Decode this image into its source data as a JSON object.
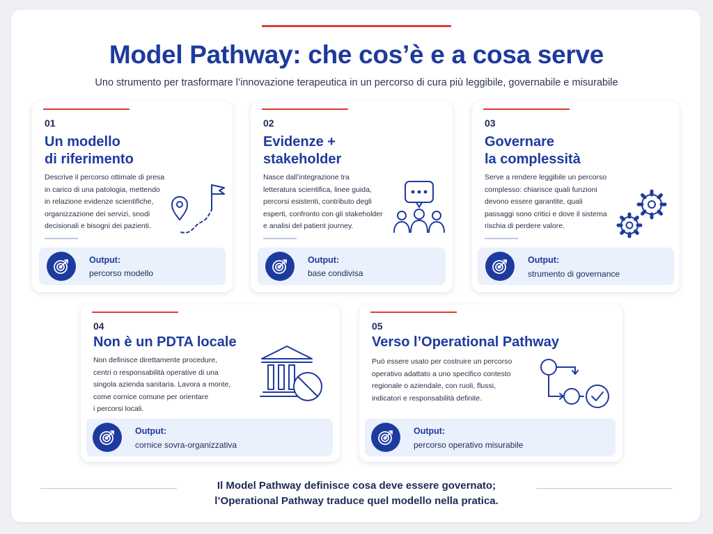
{
  "header": {
    "title": "Model Pathway: che cos’è e a cosa serve",
    "subtitle": "Uno strumento per trasformare l’innovazione terapeutica in un percorso di cura più leggibile, governabile e misurabile"
  },
  "cards": [
    {
      "number": "01",
      "title_lines": [
        "Un modello",
        "di riferimento"
      ],
      "text_lines": [
        "Descrive il percorso ottimale di presa",
        "in carico di una patologia, mettendo",
        "in relazione evidenze scientifiche,",
        "organizzazione dei servizi, snodi",
        "decisionali e bisogni dei pazienti."
      ],
      "output_label": "Output:",
      "output_value": "percorso modello",
      "illustration": "map-pin-flag-icon"
    },
    {
      "number": "02",
      "title_lines": [
        "Evidenze +",
        "stakeholder"
      ],
      "text_lines": [
        "Nasce dall’integrazione tra",
        "letteratura scientifica, linee guida,",
        "percorsi esistenti, contributo degli",
        "esperti, confronto con gli stakeholder",
        "e analisi del patient journey."
      ],
      "output_label": "Output:",
      "output_value": "base condivisa",
      "illustration": "people-chat-icon"
    },
    {
      "number": "03",
      "title_lines": [
        "Governare",
        "la complessità"
      ],
      "text_lines": [
        "Serve a rendere leggibile un percorso",
        "complesso: chiarisce quali funzioni",
        "devono essere garantite, quali",
        "passaggi sono critici e dove il sistema",
        "rischia di perdere valore."
      ],
      "output_label": "Output:",
      "output_value": "strumento di governance",
      "illustration": "gears-icon"
    },
    {
      "number": "04",
      "title_lines": [
        "Non è un PDTA locale"
      ],
      "text_lines": [
        "Non definisce direttamente procedure,",
        "centri o responsabilità operative di una",
        "singola azienda sanitaria. Lavora a monte,",
        "come cornice comune per orientare",
        "i percorsi locali."
      ],
      "output_label": "Output:",
      "output_value": "cornice sovra-organizzativa",
      "illustration": "institution-no-icon"
    },
    {
      "number": "05",
      "title_lines": [
        "Verso l’Operational Pathway"
      ],
      "text_lines": [
        "Può essere usato per costruire un percorso",
        "operativo adattato a uno specifico contesto",
        "regionale o aziendale, con ruoli, flussi,",
        "indicatori e responsabilità definite."
      ],
      "output_label": "Output:",
      "output_value": "percorso operativo misurabile",
      "illustration": "flow-check-icon"
    }
  ],
  "footer": {
    "line1": "Il Model Pathway definisce cosa deve essere governato;",
    "line2": "l’Operational Pathway traduce quel modello nella pratica."
  },
  "colors": {
    "primary": "#1d3a9e",
    "accent": "#e53935",
    "output_bg": "#eaf0fc",
    "text": "#2a3145"
  },
  "icons": {
    "output": "target-arrow-icon"
  }
}
